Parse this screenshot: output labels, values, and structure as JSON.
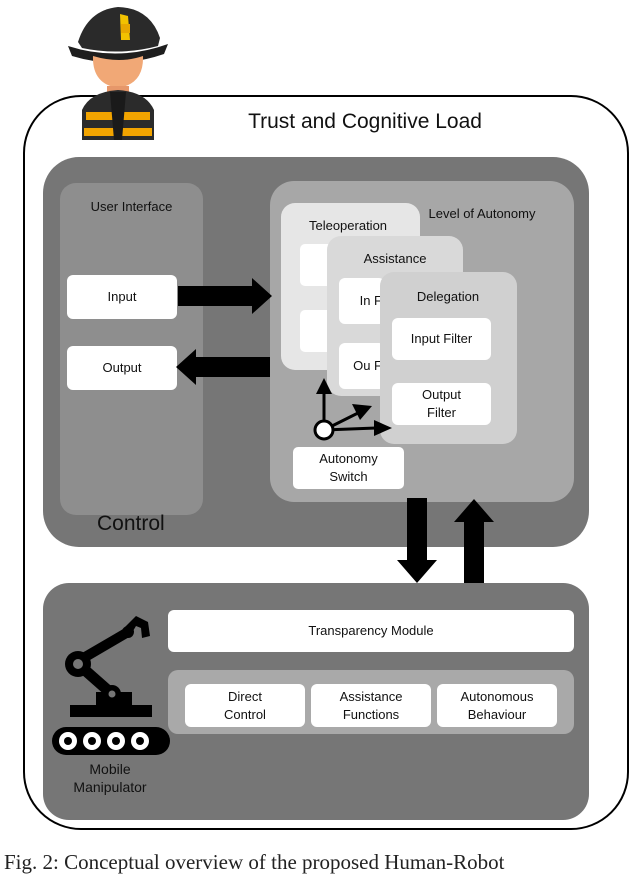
{
  "diagram": {
    "title": "Trust and Cognitive Load",
    "control_label": "Control",
    "user_interface": {
      "label": "User Interface",
      "input": "Input",
      "output": "Output"
    },
    "level_of_autonomy": {
      "label": "Level of Autonomy",
      "teleoperation": "Teleoperation",
      "assistance": "Assistance",
      "delegation": "Delegation",
      "input_filter": "Input Filter",
      "output_filter": "Output Filter",
      "partial_in": "In F",
      "partial_out": "Ou F",
      "autonomy_switch": "Autonomy Switch"
    },
    "robot": {
      "transparency_module": "Transparency Module",
      "direct_control": "Direct Control",
      "assistance_functions": "Assistance Functions",
      "autonomous_behaviour": "Autonomous Behaviour",
      "mobile_manipulator": "Mobile Manipulator"
    },
    "caption": "Fig. 2: Conceptual overview of the proposed Human-Robot"
  }
}
